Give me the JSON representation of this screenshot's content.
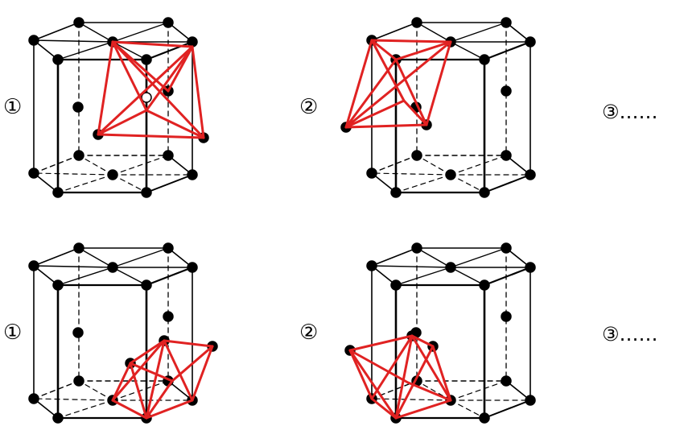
{
  "labels": {
    "top_row": [
      "①",
      "②",
      "③……"
    ],
    "bottom_row": [
      "①",
      "②",
      "③……"
    ]
  },
  "colors": {
    "lattice": "#000000",
    "highlight": "#e02222",
    "background": "#ffffff"
  }
}
